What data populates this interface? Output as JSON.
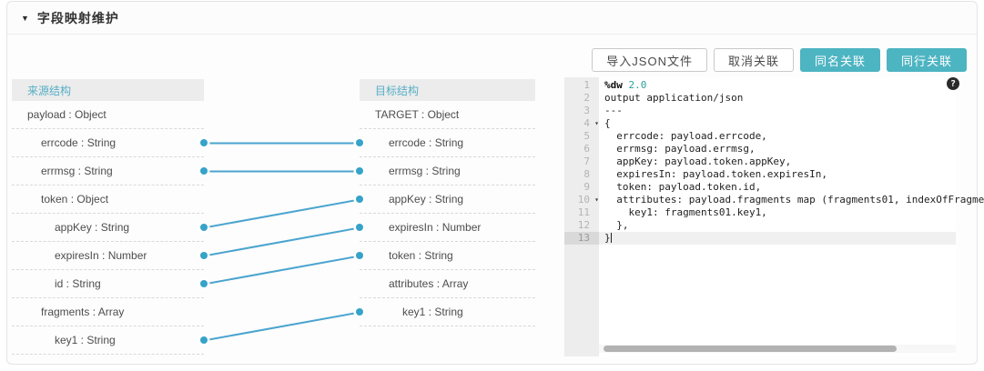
{
  "header": {
    "title": "字段映射维护",
    "collapse_icon": "▼"
  },
  "toolbar": {
    "buttons": [
      {
        "label": "导入JSON文件",
        "style": "default"
      },
      {
        "label": "取消关联",
        "style": "default"
      },
      {
        "label": "同名关联",
        "style": "primary"
      },
      {
        "label": "同行关联",
        "style": "primary"
      }
    ]
  },
  "source_panel": {
    "title": "来源结构",
    "items": [
      {
        "label": "payload : Object",
        "level": 0,
        "dot": false
      },
      {
        "label": "errcode : String",
        "level": 1,
        "dot": true
      },
      {
        "label": "errmsg : String",
        "level": 1,
        "dot": true
      },
      {
        "label": "token : Object",
        "level": 1,
        "dot": false
      },
      {
        "label": "appKey : String",
        "level": 2,
        "dot": true
      },
      {
        "label": "expiresIn : Number",
        "level": 2,
        "dot": true
      },
      {
        "label": "id : String",
        "level": 2,
        "dot": true
      },
      {
        "label": "fragments : Array",
        "level": 1,
        "dot": false
      },
      {
        "label": "key1 : String",
        "level": 2,
        "dot": true
      }
    ]
  },
  "target_panel": {
    "title": "目标结构",
    "items": [
      {
        "label": "TARGET : Object",
        "level": 0,
        "dot": false
      },
      {
        "label": "errcode : String",
        "level": 1,
        "dot": true
      },
      {
        "label": "errmsg : String",
        "level": 1,
        "dot": true
      },
      {
        "label": "appKey : String",
        "level": 1,
        "dot": true
      },
      {
        "label": "expiresIn : Number",
        "level": 1,
        "dot": true
      },
      {
        "label": "token : String",
        "level": 1,
        "dot": true
      },
      {
        "label": "attributes : Array",
        "level": 1,
        "dot": false
      },
      {
        "label": "key1 : String",
        "level": 2,
        "dot": true
      }
    ]
  },
  "mappings": [
    {
      "from_field": "errcode",
      "to_field": "errcode",
      "from_row": 1,
      "to_row": 1
    },
    {
      "from_field": "errmsg",
      "to_field": "errmsg",
      "from_row": 2,
      "to_row": 2
    },
    {
      "from_field": "appKey",
      "to_field": "appKey",
      "from_row": 4,
      "to_row": 3
    },
    {
      "from_field": "expiresIn",
      "to_field": "expiresIn",
      "from_row": 5,
      "to_row": 4
    },
    {
      "from_field": "id",
      "to_field": "token",
      "from_row": 6,
      "to_row": 5
    },
    {
      "from_field": "key1",
      "to_field": "key1",
      "from_row": 8,
      "to_row": 7
    }
  ],
  "editor": {
    "help_icon_glyph": "?",
    "fold_icon": "▾",
    "lines": [
      {
        "num": 1,
        "parts": [
          {
            "text": "%dw",
            "style": "keyword"
          },
          {
            "text": " ",
            "style": "plain"
          },
          {
            "text": "2.0",
            "style": "version"
          }
        ],
        "fold": false,
        "active": false
      },
      {
        "num": 2,
        "text": "output application/json",
        "fold": false,
        "active": false
      },
      {
        "num": 3,
        "text": "---",
        "fold": false,
        "active": false
      },
      {
        "num": 4,
        "text": "{",
        "fold": true,
        "active": false
      },
      {
        "num": 5,
        "text": "  errcode: payload.errcode,",
        "fold": false,
        "active": false
      },
      {
        "num": 6,
        "text": "  errmsg: payload.errmsg,",
        "fold": false,
        "active": false
      },
      {
        "num": 7,
        "text": "  appKey: payload.token.appKey,",
        "fold": false,
        "active": false
      },
      {
        "num": 8,
        "text": "  expiresIn: payload.token.expiresIn,",
        "fold": false,
        "active": false
      },
      {
        "num": 9,
        "text": "  token: payload.token.id,",
        "fold": false,
        "active": false
      },
      {
        "num": 10,
        "text": "  attributes: payload.fragments map (fragments01, indexOfFragme",
        "fold": true,
        "active": false
      },
      {
        "num": 11,
        "text": "    key1: fragments01.key1,",
        "fold": false,
        "active": false
      },
      {
        "num": 12,
        "text": "  },",
        "fold": false,
        "active": false
      },
      {
        "num": 13,
        "text": "}",
        "fold": false,
        "active": true,
        "cursor": true
      }
    ]
  },
  "colors": {
    "primary_button": "#4db4c2",
    "panel_header_text": "#57aec6",
    "mapping_line": "#4aa4cf",
    "connector_dot": "#36a3c9",
    "code_version": "#2aa198"
  }
}
